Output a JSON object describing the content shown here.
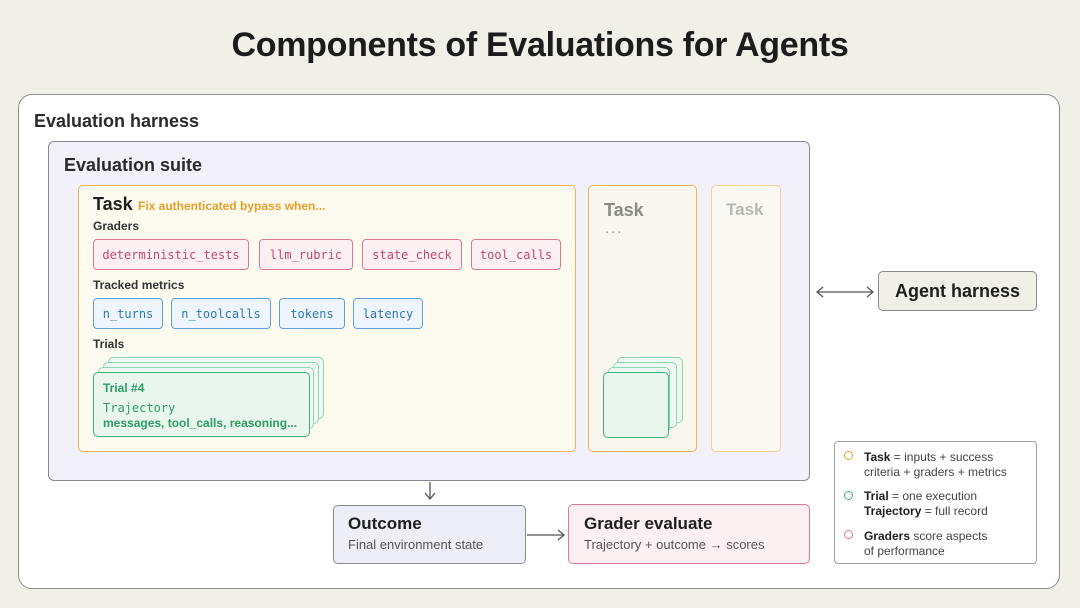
{
  "title": "Components of Evaluations for Agents",
  "harness": {
    "label": "Evaluation harness"
  },
  "suite": {
    "label": "Evaluation suite"
  },
  "task": {
    "title": "Task",
    "description": "Fix authenticated bypass when...",
    "graders_label": "Graders",
    "graders": [
      "deterministic_tests",
      "llm_rubric",
      "state_check",
      "tool_calls"
    ],
    "metrics_label": "Tracked metrics",
    "metrics": [
      "n_turns",
      "n_toolcalls",
      "tokens",
      "latency"
    ],
    "trials_label": "Trials",
    "trial": {
      "label": "Trial #4",
      "trajectory_label": "Trajectory",
      "trajectory_content": "messages, tool_calls, reasoning..."
    }
  },
  "task2": {
    "title": "Task",
    "ellipsis": "..."
  },
  "task3": {
    "title": "Task"
  },
  "agent_harness": {
    "label": "Agent harness"
  },
  "outcome": {
    "title": "Outcome",
    "subtitle": "Final environment state"
  },
  "grader": {
    "title": "Grader evaluate",
    "subtitle": "Trajectory + outcome → scores"
  },
  "legend": {
    "items": [
      {
        "term": "Task",
        "line1": " = inputs + success",
        "line2": "criteria + graders + metrics",
        "color": "#e6a02a"
      },
      {
        "term": "Trial",
        "line1": " = one execution",
        "term2": "Trajectory",
        "line2": " = full record",
        "color": "#3fb37a"
      },
      {
        "term": "Graders",
        "line1": " score aspects",
        "line2": "of performance",
        "color": "#e07893"
      }
    ]
  },
  "colors": {
    "task_border": "#f0b35a",
    "grader_pink": "#e07893",
    "metric_blue": "#5ea2d8",
    "trial_green": "#3fb37a"
  }
}
